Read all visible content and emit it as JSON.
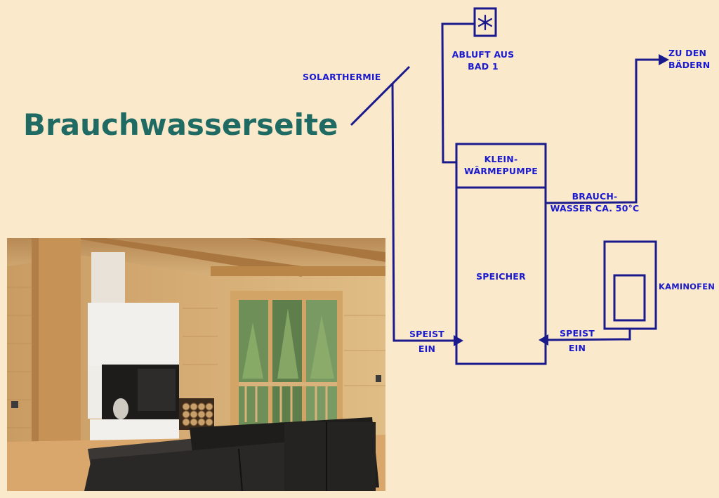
{
  "title": "Brauchwasserseite",
  "labels": {
    "solarthermie": "SOLARTHERMIE",
    "abluft_line1": "ABLUFT AUS",
    "abluft_line2": "BAD 1",
    "zu_den_line1": "ZU DEN",
    "zu_den_line2": "BÄDERN",
    "kleinwp_line1": "KLEIN-",
    "kleinwp_line2": "WÄRMEPUMPE",
    "brauch_line1": "BRAUCH-",
    "brauch_line2": "WASSER CA. 50°C",
    "speicher": "SPEICHER",
    "kaminofen": "KAMINOFEN",
    "speist_left_line1": "SPEIST",
    "speist_left_line2": "EIN",
    "speist_right_line1": "SPEIST",
    "speist_right_line2": "EIN"
  },
  "colors": {
    "background": "#fbe9cc",
    "title": "#1f6b63",
    "diagram_line": "#1a1a8c",
    "diagram_text": "#1a1ad0"
  },
  "icons": {
    "fan": "fan-icon",
    "arrow": "arrow-head-icon"
  }
}
